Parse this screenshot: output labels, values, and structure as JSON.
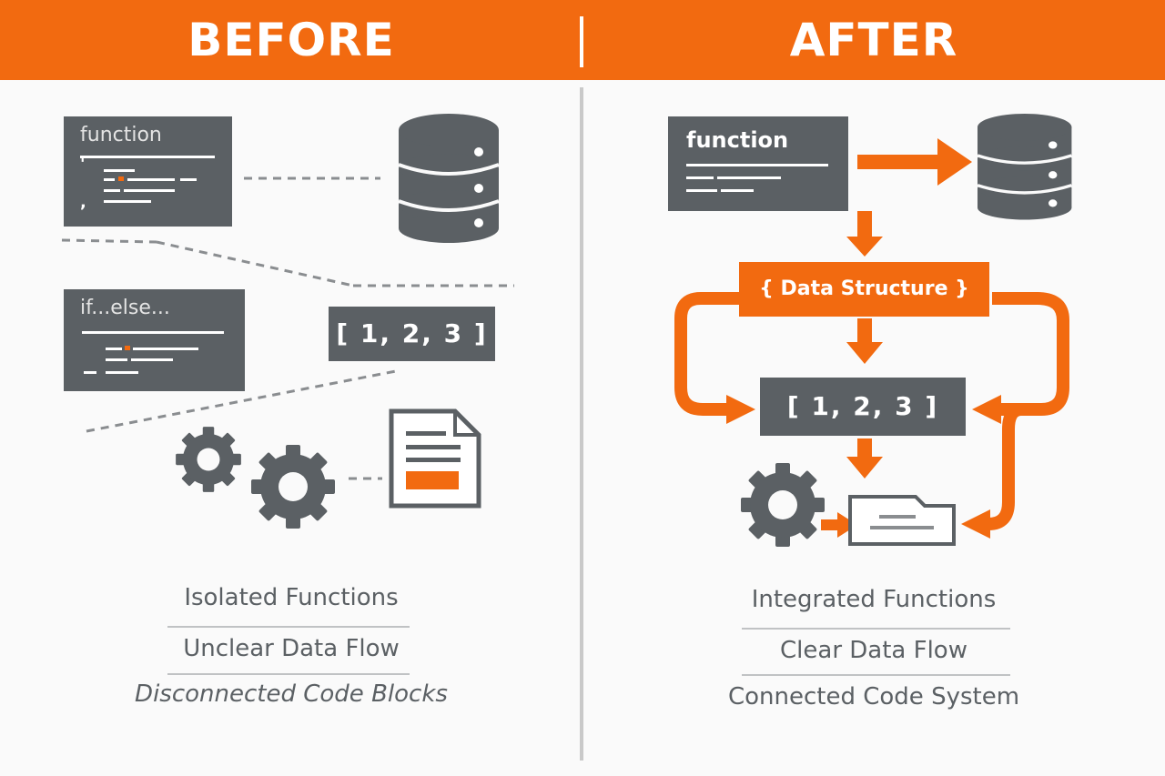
{
  "header": {
    "before": "BEFORE",
    "after": "AFTER"
  },
  "before": {
    "code_block_1": {
      "title": "function",
      "comma_top": "'",
      "comma_bottom": ","
    },
    "code_block_2": {
      "title": "if...else..."
    },
    "array": "[ 1, 2, 3 ]",
    "captions": [
      "Isolated Functions",
      "Unclear Data Flow",
      "Disconnected Code Blocks"
    ]
  },
  "after": {
    "code_block": {
      "title": "function"
    },
    "data_structure": "{ Data Structure }",
    "array": "[ 1, 2, 3 ]",
    "captions": [
      "Integrated Functions",
      "Clear Data Flow",
      "Connected Code System"
    ]
  },
  "colors": {
    "accent": "#f26a10",
    "dark": "#5b6064",
    "divider": "#c9c9c9"
  },
  "icons": [
    "database-icon",
    "gear-icon",
    "document-icon",
    "folder-document-icon",
    "arrow-icon"
  ]
}
